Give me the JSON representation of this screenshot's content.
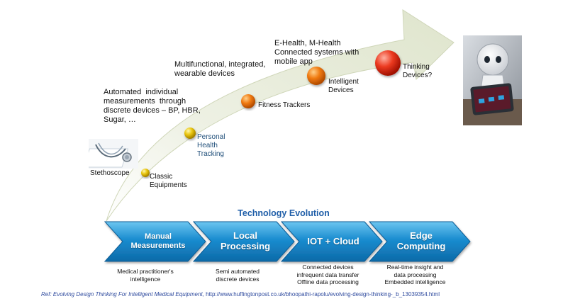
{
  "milestones": [
    {
      "label": "Classic\nEquipments",
      "color": "yellow"
    },
    {
      "label": "Personal\nHealth\nTracking",
      "color": "yellow"
    },
    {
      "label": "Fitness Trackers",
      "color": "orange"
    },
    {
      "label": "Intelligent\nDevices",
      "color": "orange"
    },
    {
      "label": "Thinking\nDevices?",
      "color": "red"
    }
  ],
  "annotations": {
    "automated": "Automated  individual\nmeasurements  through\ndiscrete devices – BP, HBR,\nSugar, …",
    "multifunctional": "Multifunctional, integrated,\nwearable devices",
    "ehealth": "E-Health, M-Health\nConnected systems with\nmobile app",
    "stethoscope": "Stethoscope"
  },
  "evolution": {
    "title": "Technology Evolution",
    "stages": [
      {
        "label": "Manual\nMeasurements",
        "caption": "Medical practitioner's\nintelligence"
      },
      {
        "label": "Local\nProcessing",
        "caption": "Semi automated\ndiscrete devices"
      },
      {
        "label": "IOT + Cloud",
        "caption": "Connected devices\ninfrequent data transfer\nOffline data processing"
      },
      {
        "label": "Edge\nComputing",
        "caption": "Real-time insight and\ndata processing\nEmbedded intelligence"
      }
    ]
  },
  "reference": {
    "prefix": "Ref: Evolving Design Thinking For Intelligent Medical Equipment, ",
    "url": "http://www.huffingtonpost.co.uk/bhoopathi-rapolu/evolving-design-thinking-_b_13039354.html"
  },
  "colors": {
    "arrow_body": "#e6ebd8",
    "chevron": "#1a8ccf",
    "title_blue": "#1f5ea8",
    "ref_blue": "#2e4a9e"
  }
}
